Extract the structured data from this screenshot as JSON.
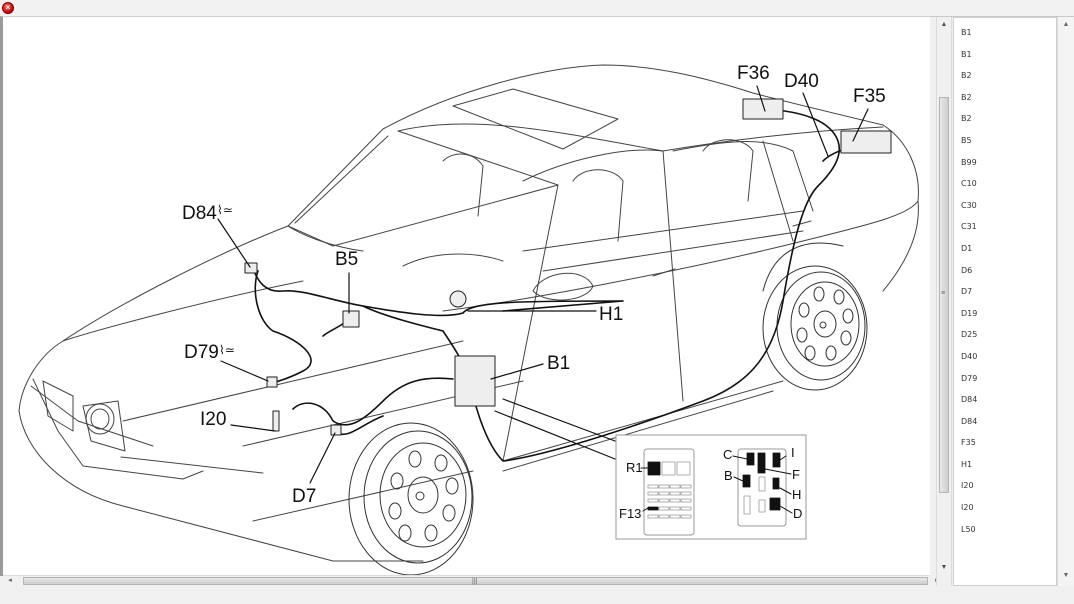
{
  "window": {
    "close_icon": "close-icon"
  },
  "diagram": {
    "callouts": [
      {
        "id": "F36",
        "label": "F36"
      },
      {
        "id": "D40",
        "label": "D40"
      },
      {
        "id": "F35",
        "label": "F35"
      },
      {
        "id": "D84",
        "label": "D84"
      },
      {
        "id": "B5",
        "label": "B5"
      },
      {
        "id": "H1",
        "label": "H1"
      },
      {
        "id": "D79",
        "label": "D79"
      },
      {
        "id": "B1",
        "label": "B1"
      },
      {
        "id": "I20",
        "label": "I20"
      },
      {
        "id": "D7",
        "label": "D7"
      }
    ],
    "oil_icon": "oil-level-icon",
    "inset": {
      "left_box": {
        "R1": "R1",
        "F13": "F13"
      },
      "right_box": {
        "C": "C",
        "I": "I",
        "F": "F",
        "B": "B",
        "H": "H",
        "D": "D"
      }
    }
  },
  "component_list": {
    "items": [
      "B1",
      "B1",
      "B2",
      "B2",
      "B2",
      "B5",
      "B99",
      "C10",
      "C30",
      "C31",
      "D1",
      "D6",
      "D7",
      "D19",
      "D25",
      "D40",
      "D79",
      "D84",
      "D84",
      "F35",
      "H1",
      "I20",
      "I20",
      "L50"
    ]
  },
  "scrollbars": {
    "up_arrow": "▲",
    "down_arrow": "▼",
    "left_arrow": "◂",
    "right_arrow": "▸",
    "grip_v": "≡",
    "grip_h": "|||"
  }
}
